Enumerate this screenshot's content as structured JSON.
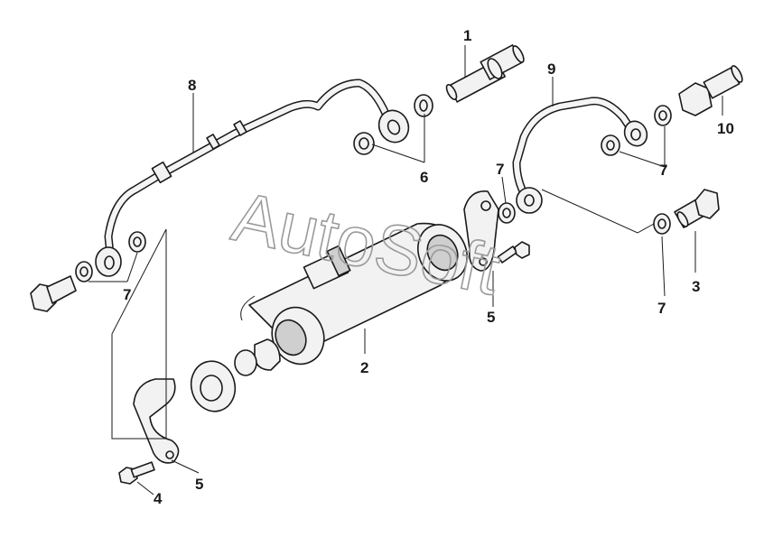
{
  "callouts": {
    "c1": "1",
    "c2": "2",
    "c3": "3",
    "c4": "4",
    "c5a": "5",
    "c5b": "5",
    "c6": "6",
    "c7a": "7",
    "c7b": "7",
    "c7c": "7",
    "c7d": "7",
    "c8": "8",
    "c9": "9",
    "c10": "10"
  },
  "watermark": "AutoSoft"
}
